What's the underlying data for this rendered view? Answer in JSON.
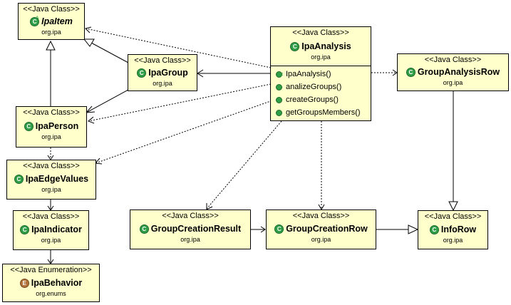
{
  "diagram": {
    "classes": {
      "ipaitem": {
        "stereotype": "<<Java Class>>",
        "name": "IpaItem",
        "package": "org.ipa",
        "icon": "class-abstract-icon"
      },
      "ipagroup": {
        "stereotype": "<<Java Class>>",
        "name": "IpaGroup",
        "package": "org.ipa",
        "icon": "class-icon"
      },
      "ipaperson": {
        "stereotype": "<<Java Class>>",
        "name": "IpaPerson",
        "package": "org.ipa",
        "icon": "class-icon"
      },
      "ipaedgevalues": {
        "stereotype": "<<Java Class>>",
        "name": "IpaEdgeValues",
        "package": "org.ipa",
        "icon": "class-icon"
      },
      "ipaindicator": {
        "stereotype": "<<Java Class>>",
        "name": "IpaIndicator",
        "package": "org.ipa",
        "icon": "class-icon"
      },
      "ipabehavior": {
        "stereotype": "<<Java Enumeration>>",
        "name": "IpaBehavior",
        "package": "org.enums",
        "icon": "enum-icon"
      },
      "ipaanalysis": {
        "stereotype": "<<Java Class>>",
        "name": "IpaAnalysis",
        "package": "org.ipa",
        "icon": "class-icon",
        "operations": [
          "IpaAnalysis()",
          "analizeGroups()",
          "createGroups()",
          "getGroupsMembers()"
        ]
      },
      "groupanalysisrow": {
        "stereotype": "<<Java Class>>",
        "name": "GroupAnalysisRow",
        "package": "org.ipa",
        "icon": "class-icon"
      },
      "groupcreationresult": {
        "stereotype": "<<Java Class>>",
        "name": "GroupCreationResult",
        "package": "org.ipa",
        "icon": "class-icon"
      },
      "groupcreationrow": {
        "stereotype": "<<Java Class>>",
        "name": "GroupCreationRow",
        "package": "org.ipa",
        "icon": "class-icon"
      },
      "inforow": {
        "stereotype": "<<Java Class>>",
        "name": "InfoRow",
        "package": "org.ipa",
        "icon": "class-icon"
      }
    },
    "colors": {
      "class_fill": "#ffffcc",
      "class_icon": "#2f9e47",
      "enum_icon": "#b0713a"
    }
  }
}
